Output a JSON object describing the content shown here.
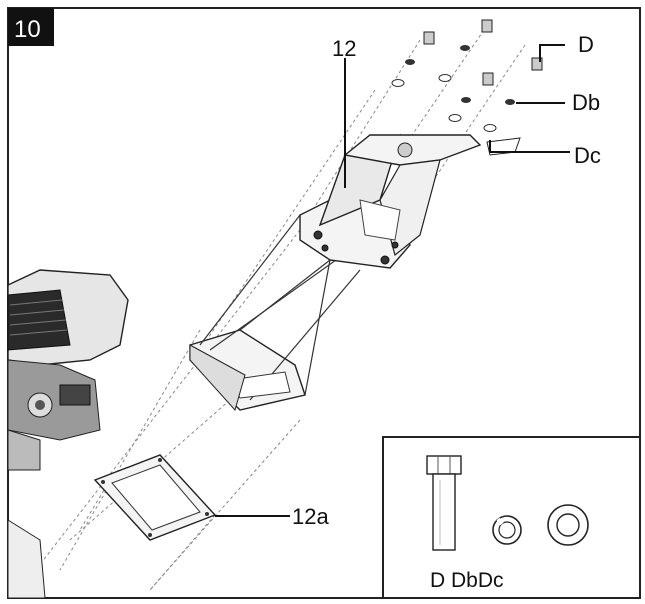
{
  "step_number": "10",
  "labels": {
    "part_12": "12",
    "part_12a": "12a",
    "hw_D": "D",
    "hw_Db": "Db",
    "hw_Dc": "Dc"
  },
  "inset": {
    "caption": "D DbDc"
  }
}
